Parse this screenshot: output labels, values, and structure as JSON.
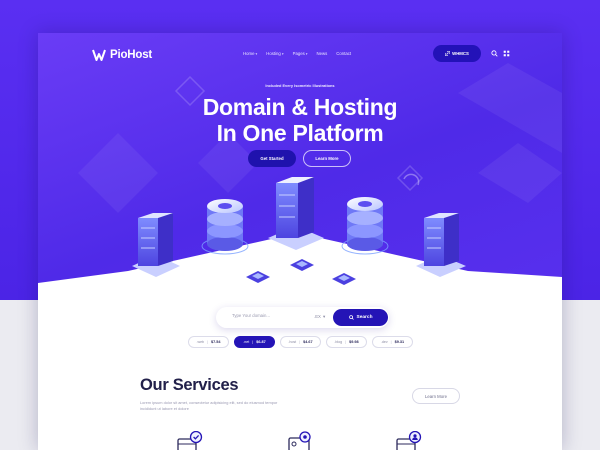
{
  "brand": {
    "name": "PioHost"
  },
  "nav": {
    "items": [
      {
        "label": "Home",
        "dropdown": true
      },
      {
        "label": "Hosting",
        "dropdown": true
      },
      {
        "label": "Pages",
        "dropdown": true
      },
      {
        "label": "News",
        "dropdown": false
      },
      {
        "label": "Contact",
        "dropdown": false
      }
    ],
    "whmcs_label": "WHMCS",
    "icons": [
      "search-icon",
      "grid-menu-icon"
    ]
  },
  "hero": {
    "kicker": "Included Every Isometric Illustrations",
    "title_line1": "Domain & Hosting",
    "title_line2": "In One Platform",
    "primary_cta": "Get Started",
    "secondary_cta": "Learn More"
  },
  "search": {
    "placeholder": "Type Your domain...",
    "ext_value": ".EX",
    "button_label": "Search"
  },
  "tlds": [
    {
      "ext": ".web",
      "price": "$7.54",
      "active": false
    },
    {
      "ext": ".net",
      "price": "$6.87",
      "active": true
    },
    {
      "ext": ".host",
      "price": "$4.67",
      "active": false
    },
    {
      "ext": ".blog",
      "price": "$9.98",
      "active": false
    },
    {
      "ext": ".dev",
      "price": "$9.31",
      "active": false
    }
  ],
  "services": {
    "title": "Our Services",
    "description": "Lorem ipsum dolor sit amet, consectetur adipisicing elit, sed do eiusmod tempor incididunt ut labore et dolore",
    "learn_more": "Learn More",
    "icons": [
      "server-check-icon",
      "server-gear-icon",
      "server-users-icon"
    ]
  },
  "colors": {
    "hero": "#5530ee",
    "backdrop": "#4b24e6",
    "button_dark": "#2414b6",
    "heading": "#22204a"
  }
}
